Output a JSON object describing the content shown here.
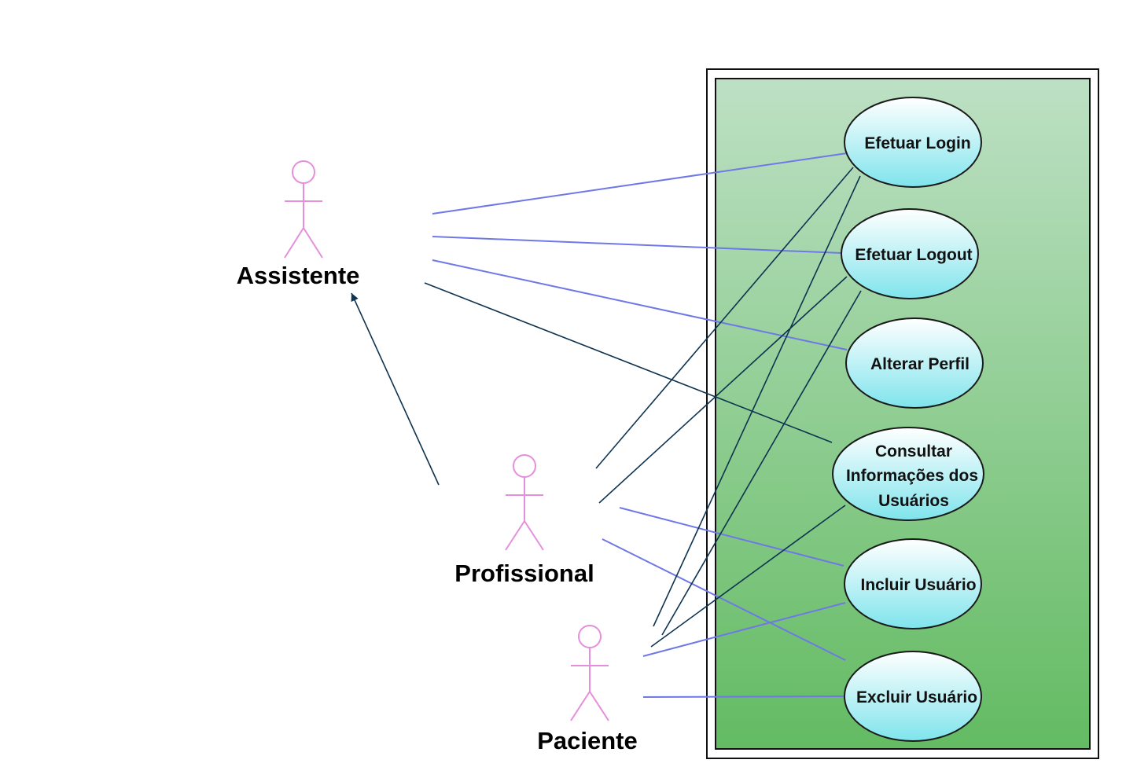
{
  "colors": {
    "system_fill_top": "#bde0c4",
    "system_fill_bottom": "#63bb62",
    "usecase_fill_top": "#ffffff",
    "usecase_fill_bottom": "#7fe4ec",
    "actor_stroke": "#e58fdc",
    "association_line": "#6e78e6",
    "dark_line": "#0e3350"
  },
  "actors": [
    {
      "id": "assistente",
      "label": "Assistente"
    },
    {
      "id": "profissional",
      "label": "Profissional"
    },
    {
      "id": "paciente",
      "label": "Paciente"
    }
  ],
  "use_cases": [
    {
      "id": "efetuar-login",
      "lines": [
        "Efetuar Login"
      ]
    },
    {
      "id": "efetuar-logout",
      "lines": [
        "Efetuar Logout"
      ]
    },
    {
      "id": "alterar-perfil",
      "lines": [
        "Alterar Perfil"
      ]
    },
    {
      "id": "consultar-informacoes",
      "lines": [
        "Consultar",
        "Informações dos",
        "Usuários"
      ]
    },
    {
      "id": "incluir-usuario",
      "lines": [
        "Incluir Usuário"
      ]
    },
    {
      "id": "excluir-usuario",
      "lines": [
        "Excluir Usuário"
      ]
    }
  ],
  "associations": [
    {
      "from": "assistente",
      "to": "efetuar-login",
      "style": "blue"
    },
    {
      "from": "assistente",
      "to": "efetuar-logout",
      "style": "blue"
    },
    {
      "from": "assistente",
      "to": "alterar-perfil",
      "style": "blue"
    },
    {
      "from": "assistente",
      "to": "consultar-informacoes",
      "style": "dark"
    },
    {
      "from": "profissional",
      "to": "efetuar-login",
      "style": "dark"
    },
    {
      "from": "profissional",
      "to": "efetuar-logout",
      "style": "dark"
    },
    {
      "from": "profissional",
      "to": "incluir-usuario",
      "style": "blue"
    },
    {
      "from": "profissional",
      "to": "excluir-usuario",
      "style": "blue"
    },
    {
      "from": "paciente",
      "to": "efetuar-login",
      "style": "dark"
    },
    {
      "from": "paciente",
      "to": "efetuar-logout",
      "style": "dark"
    },
    {
      "from": "paciente",
      "to": "consultar-informacoes",
      "style": "dark"
    },
    {
      "from": "paciente",
      "to": "incluir-usuario",
      "style": "blue"
    },
    {
      "from": "paciente",
      "to": "excluir-usuario",
      "style": "blue"
    }
  ],
  "generalizations": [
    {
      "from": "profissional",
      "to": "assistente"
    }
  ]
}
